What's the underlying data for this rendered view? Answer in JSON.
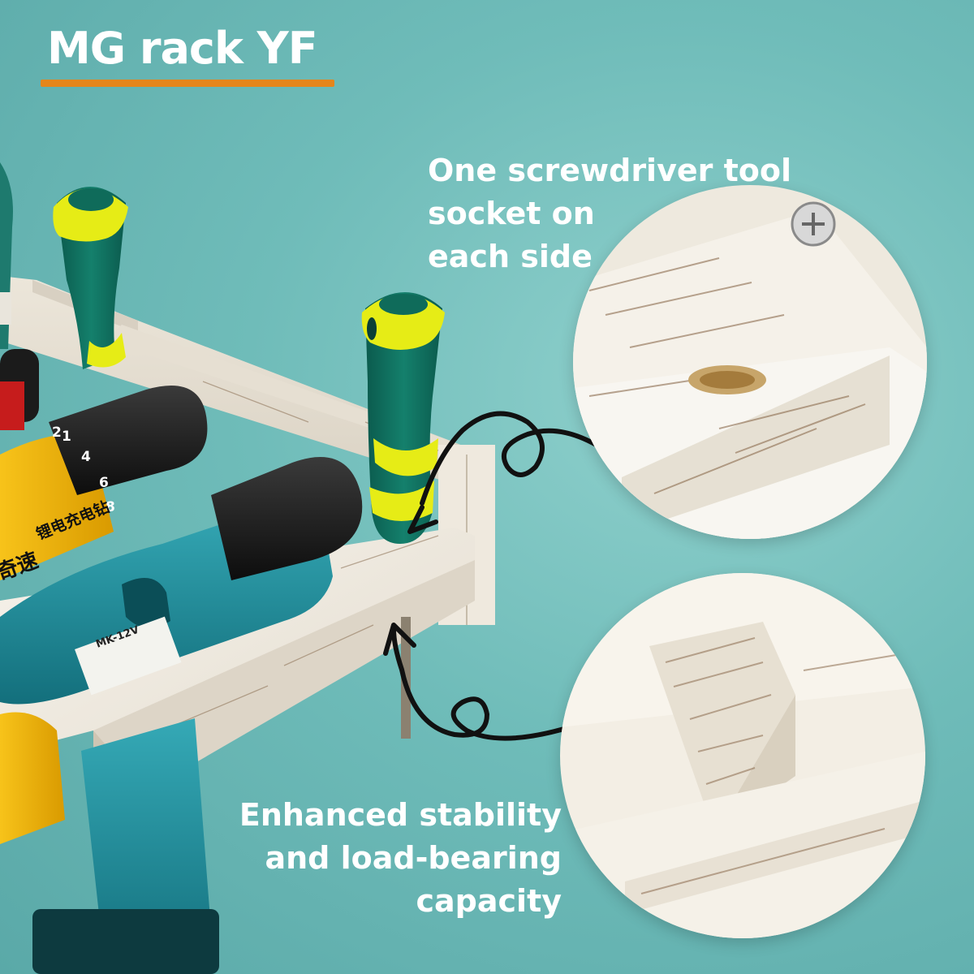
{
  "brand": {
    "name": "MG rack YF",
    "accent_color": "#e5861b"
  },
  "callouts": {
    "screwdriver_socket": {
      "lines": [
        "One screwdriver tool",
        "socket on",
        "each side"
      ],
      "icon": "curly-arrow-icon"
    },
    "stability": {
      "lines": [
        "Enhanced stability",
        "and load-bearing",
        "capacity"
      ],
      "icon": "curly-arrow-icon"
    }
  },
  "product_photo": {
    "drill_labels": {
      "model": "MK-12V",
      "chinese_label": "锂电充电钻",
      "speed_label": "奇速"
    },
    "chuck_numbers": [
      "1",
      "2",
      "4",
      "6",
      "8"
    ]
  },
  "colors": {
    "background": "#6fbcb9",
    "text": "#ffffff",
    "wood": "#f1ece2",
    "drill_teal": "#1d8a98",
    "drill_yellow": "#f2b000",
    "screwdriver_green": "#0f6b5a",
    "screwdriver_yellow": "#e8ec1a"
  }
}
